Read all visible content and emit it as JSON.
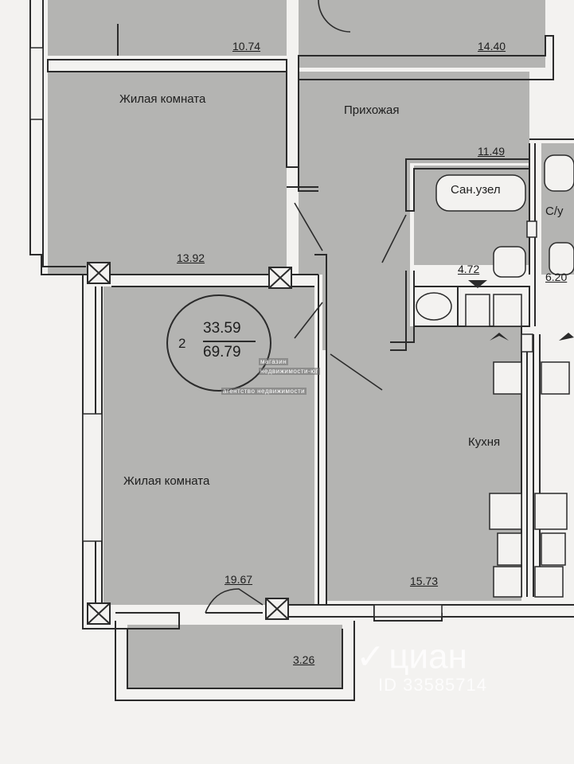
{
  "rooms": {
    "living_top": {
      "label": "Жилая комната",
      "area": "13.92"
    },
    "hallway": {
      "label": "Прихожая",
      "area": "11.49"
    },
    "bathroom": {
      "label": "Сан.узел",
      "area": "4.72"
    },
    "wc": {
      "label": "С/у",
      "area": "6.20"
    },
    "living_bottom": {
      "label": "Жилая комната",
      "area": "19.67"
    },
    "kitchen": {
      "label": "Кухня",
      "area": "15.73"
    },
    "balcony": {
      "area": "3.26"
    },
    "top_left": {
      "area": "10.74"
    },
    "top_right": {
      "area": "14.40"
    }
  },
  "summary": {
    "rooms_count": "2",
    "living_area": "33.59",
    "total_area": "69.79"
  },
  "watermarks": {
    "agency_line1": "магазин",
    "agency_line2": "недвижимости-юг",
    "agency_line3": "агентство недвижимости",
    "cian_brand": "циан",
    "cian_id": "ID 33585714"
  },
  "colors": {
    "floor_fill": "#b4b4b2",
    "wall": "#2b2b2b",
    "paper": "#f3f2f0"
  }
}
